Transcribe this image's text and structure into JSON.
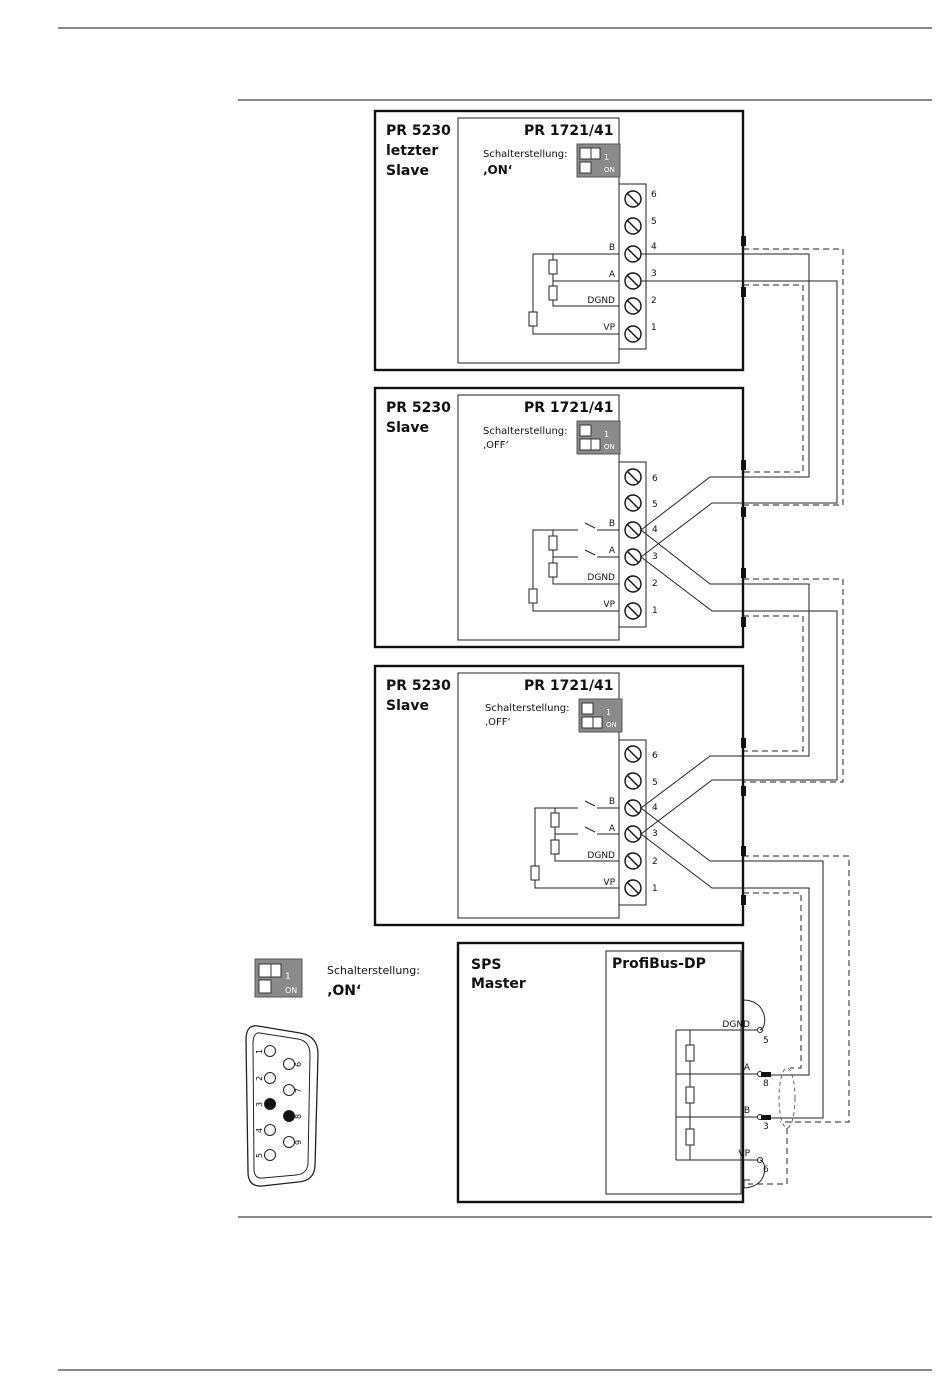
{
  "modules": [
    {
      "title_lines": [
        "PR 5230",
        "letzter",
        "Slave"
      ],
      "board_title": "PR 1721/41",
      "switch_label": "Schalterstellung:",
      "switch_value": "‚ON‘"
    },
    {
      "title_lines": [
        "PR 5230",
        "Slave"
      ],
      "board_title": "PR 1721/41",
      "switch_label": "Schalterstellung:",
      "switch_value": "‚OFF‘"
    },
    {
      "title_lines": [
        "PR 5230",
        "Slave"
      ],
      "board_title": "PR 1721/41",
      "switch_label": "Schalterstellung:",
      "switch_value": "‚OFF‘"
    }
  ],
  "terminal_numbers": [
    "6",
    "5",
    "4",
    "3",
    "2",
    "1"
  ],
  "signal_labels": {
    "b": "B",
    "a": "A",
    "dgnd": "DGND",
    "vp": "VP"
  },
  "switch_key_text": {
    "one": "1",
    "on": "ON"
  },
  "master": {
    "title_lines": [
      "SPS",
      "Master"
    ],
    "board_title": "ProfiBus-DP",
    "signals": [
      "DGND",
      "A",
      "B",
      "VP"
    ],
    "pins": [
      "5",
      "8",
      "3",
      "6"
    ]
  },
  "legend": {
    "switch_label": "Schalterstellung:",
    "switch_value": "‚ON‘"
  },
  "connector_pins": [
    "1",
    "2",
    "3",
    "4",
    "5",
    "6",
    "7",
    "8",
    "9"
  ]
}
